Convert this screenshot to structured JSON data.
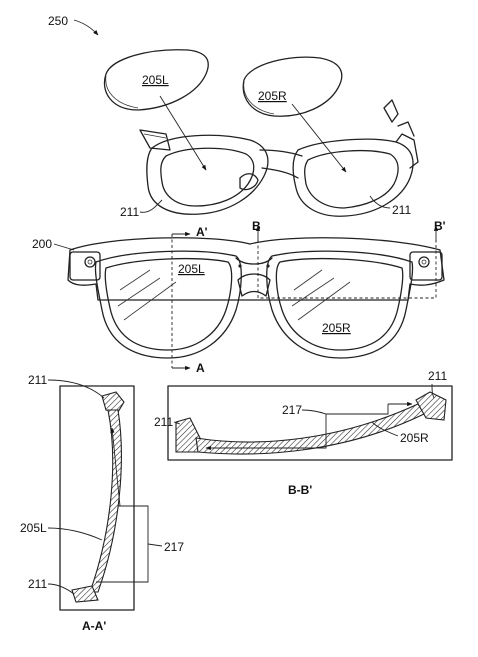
{
  "figure": {
    "ref_main": "250",
    "lens_left_top": "205L",
    "lens_right_top": "205R",
    "frame_top_left": "211",
    "frame_top_right": "211",
    "glasses_ref": "200",
    "lens_left_front": "205L",
    "lens_right_front": "205R",
    "section_a_top": "A'",
    "section_a_bottom": "A",
    "section_b_left": "B",
    "section_b_right": "B'",
    "aa_frame_top": "211",
    "aa_frame_bottom": "211",
    "aa_lens": "205L",
    "aa_feature": "217",
    "aa_caption": "A-A'",
    "bb_frame_left": "211",
    "bb_frame_right": "211",
    "bb_feature": "217",
    "bb_lens": "205R",
    "bb_caption": "B-B'"
  }
}
